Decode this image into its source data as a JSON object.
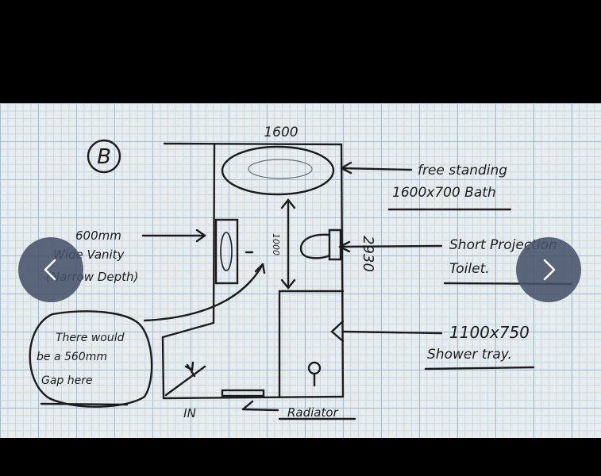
{
  "viewer": {
    "prev_icon": "chevron-left-icon",
    "next_icon": "chevron-right-icon",
    "overlay_color": "#48526a"
  },
  "sketch": {
    "plan_label": "B",
    "width_dim": "1600",
    "depth_dim": "2930",
    "gap_dim": "1000",
    "door_label": "IN",
    "bath_note_1": "free standing",
    "bath_note_2": "1600x700 Bath",
    "vanity_note_1": "600mm",
    "vanity_note_2": "Wide Vanity",
    "vanity_note_3": "(Narrow Depth)",
    "toilet_note_1": "Short Projection",
    "toilet_note_2": "Toilet.",
    "shower_note_1": "1100x750",
    "shower_note_2": "Shower tray.",
    "gap_note_1": "There would",
    "gap_note_2": "be a 560mm",
    "gap_note_3": "Gap here",
    "radiator_note": "Radiator"
  }
}
